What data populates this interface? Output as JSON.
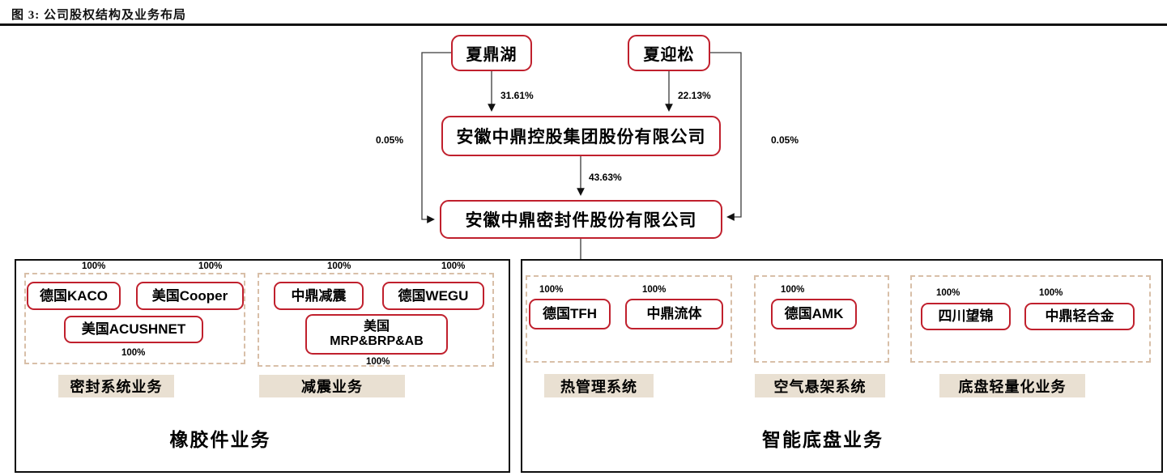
{
  "figure": {
    "title": "图 3: 公司股权结构及业务布局"
  },
  "colors": {
    "accent_red": "#c0202d",
    "label_beige": "#e9e0d2",
    "dashed_tan": "#d8bfa8"
  },
  "org": {
    "shareholder1": {
      "name": "夏鼎湖",
      "stake_in_holding": "31.61%",
      "stake_in_listed": "0.05%"
    },
    "shareholder2": {
      "name": "夏迎松",
      "stake_in_holding": "22.13%",
      "stake_in_listed": "0.05%"
    },
    "holding": {
      "name": "安徽中鼎控股集团股份有限公司",
      "stake_in_listed": "43.63%"
    },
    "listed": {
      "name": "安徽中鼎密封件股份有限公司"
    }
  },
  "rubber_panel": {
    "panel_label": "橡胶件业务",
    "sealing": {
      "label": "密封系统业务",
      "sub1": {
        "name": "德国KACO",
        "stake": "100%"
      },
      "sub2": {
        "name": "美国Cooper",
        "stake": "100%"
      },
      "sub3": {
        "name": "美国ACUSHNET",
        "stake": "100%"
      }
    },
    "damping": {
      "label": "减震业务",
      "sub1": {
        "name": "中鼎减震",
        "stake": "100%"
      },
      "sub2": {
        "name": "德国WEGU",
        "stake": "100%"
      },
      "sub3": {
        "name_line1": "美国",
        "name_line2": "MRP&BRP&AB",
        "stake": "100%"
      }
    }
  },
  "chassis_panel": {
    "panel_label": "智能底盘业务",
    "thermal": {
      "label": "热管理系统",
      "sub1": {
        "name": "德国TFH",
        "stake": "100%"
      },
      "sub2": {
        "name": "中鼎流体",
        "stake": "100%"
      }
    },
    "air_suspension": {
      "label": "空气悬架系统",
      "sub1": {
        "name": "德国AMK",
        "stake": "100%"
      }
    },
    "lightweight": {
      "label": "底盘轻量化业务",
      "sub1": {
        "name": "四川望锦",
        "stake": "100%"
      },
      "sub2": {
        "name": "中鼎轻合金",
        "stake": "100%"
      }
    }
  }
}
